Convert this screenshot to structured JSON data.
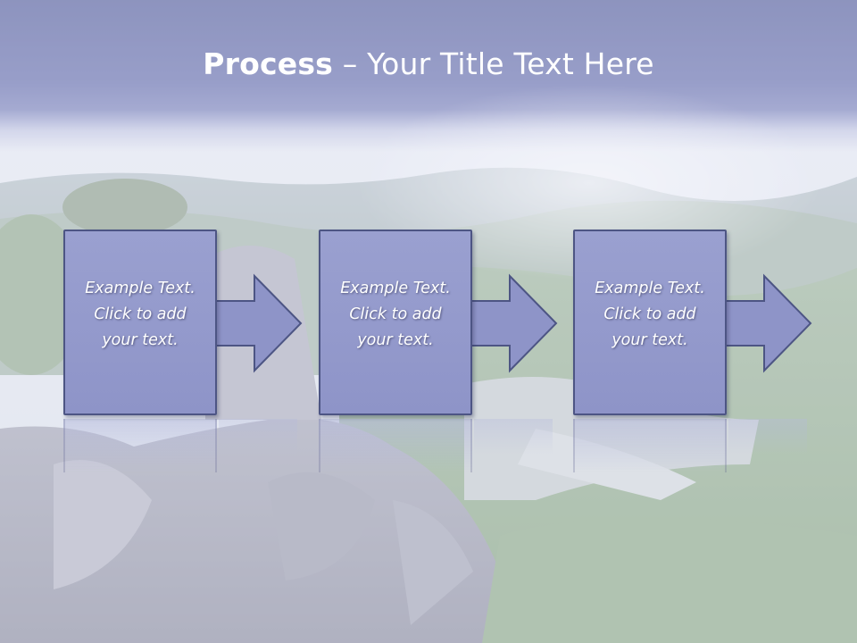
{
  "title": {
    "bold": "Process",
    "rest": " – Your Title Text Here"
  },
  "steps": [
    {
      "text": "Example Text.\nClick  to add\nyour text."
    },
    {
      "text": "Example Text.\nClick  to add\nyour text."
    },
    {
      "text": "Example Text.\nClick  to add\nyour text."
    }
  ],
  "colors": {
    "box_fill": "#8e94c8",
    "box_border": "#4d5584",
    "title_band": "#5f67a6"
  }
}
